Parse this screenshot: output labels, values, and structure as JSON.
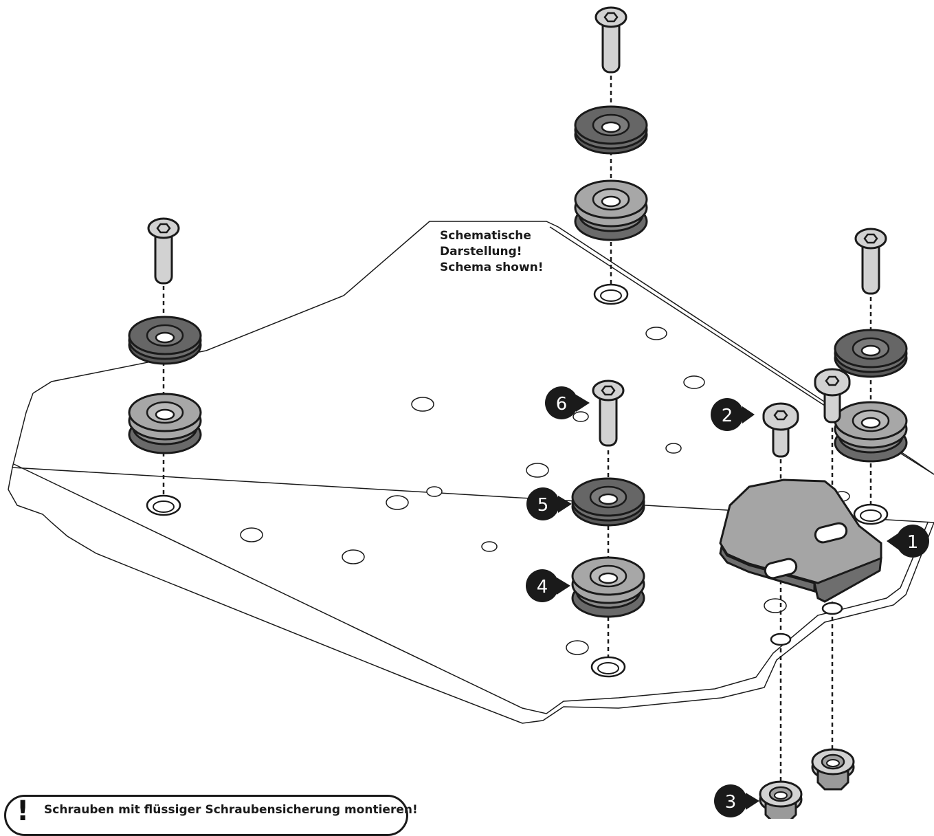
{
  "schematic_note": {
    "line1": "Schematische",
    "line2": "Darstellung!",
    "line3": "Schema shown!"
  },
  "warning": {
    "mark": "!",
    "text": "Schrauben mit flüssiger Schraubensicherung montieren!"
  },
  "callouts": [
    "1",
    "2",
    "3",
    "4",
    "5",
    "6"
  ],
  "colors": {
    "line": "#1a1a1a",
    "washer_dark": "#666666",
    "washer_light": "#a7a7a7",
    "bolt": "#d2d2d2",
    "bracket": "#a5a5a5",
    "callout_fill": "#1a1a1a"
  }
}
